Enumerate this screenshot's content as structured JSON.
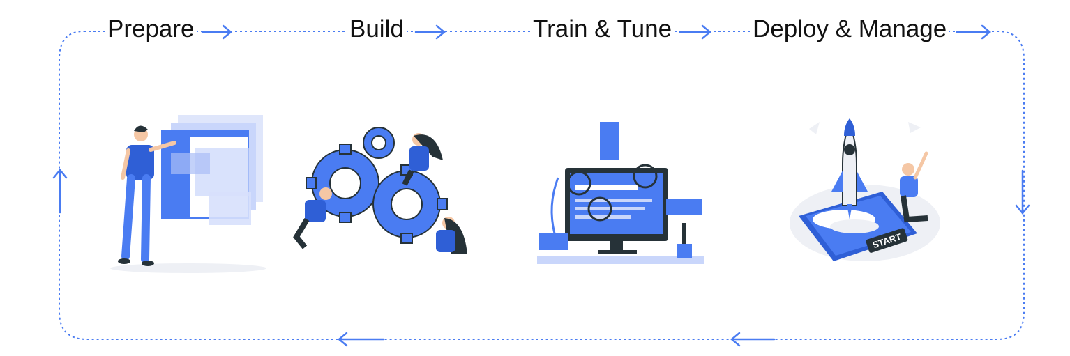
{
  "colors": {
    "accent": "#4a7cf2",
    "accent_dark": "#2f5fd6",
    "accent_light": "#c9d6fb",
    "dark": "#263238",
    "skin": "#f5c7a5",
    "loop_line": "#4a7cf2"
  },
  "stages": [
    {
      "label": "Prepare",
      "illustration": "person-with-screens-illustration"
    },
    {
      "label": "Build",
      "illustration": "people-with-gears-illustration"
    },
    {
      "label": "Train & Tune",
      "illustration": "monitor-with-magnifiers-illustration"
    },
    {
      "label": "Deploy & Manage",
      "illustration": "rocket-launch-illustration"
    }
  ],
  "deploy_illustration": {
    "button_text": "START"
  }
}
